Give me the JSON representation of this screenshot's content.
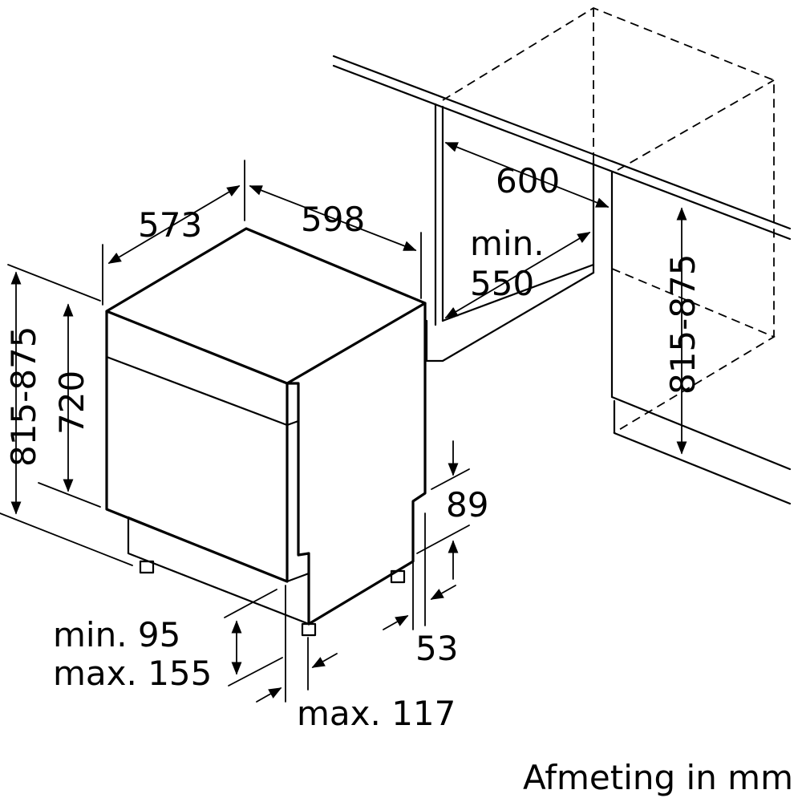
{
  "dimensions": {
    "depth": "573",
    "width": "598",
    "niche_width": "600",
    "niche_min_label": "min.",
    "niche_min_value": "550",
    "niche_height": "815-875",
    "total_height": "815-875",
    "appliance_height": "720",
    "plinth_top": "89",
    "plinth_bottom": "53",
    "foot_min": "min. 95",
    "foot_max": "max. 155",
    "plinth_offset": "max. 117"
  },
  "footer": {
    "units_note": "Afmeting in mm"
  }
}
